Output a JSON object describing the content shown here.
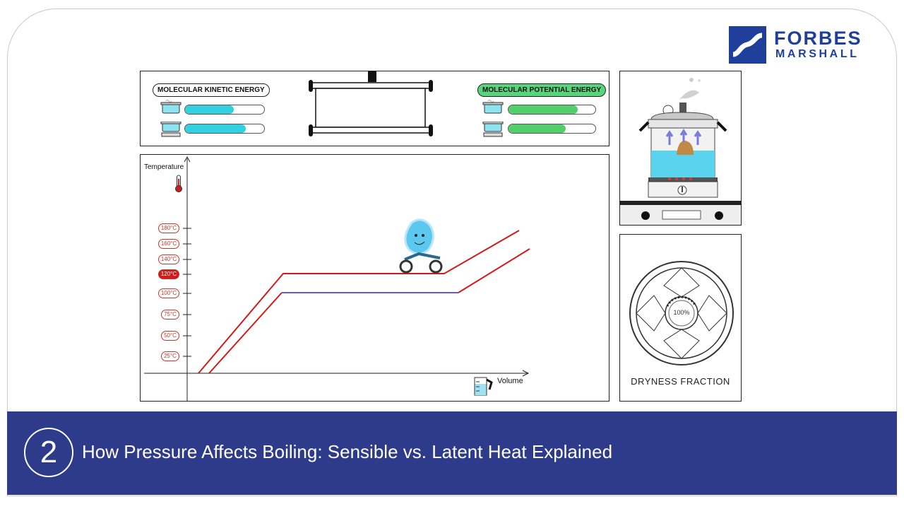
{
  "brand": {
    "name_line1": "FORBES",
    "name_line2": "MARSHALL",
    "color": "#1f3f9b"
  },
  "energy_panel": {
    "kinetic_label": "MOLECULAR KINETIC ENERGY",
    "potential_label": "MOLECULAR POTENTIAL ENERGY",
    "kinetic_levels": [
      0.62,
      0.77
    ],
    "potential_levels": [
      0.8,
      0.66
    ],
    "kinetic_color": "#33d1e0",
    "potential_color": "#52cf6b",
    "icons": [
      "steam-pot-icon",
      "heated-pot-icon"
    ]
  },
  "graph": {
    "y_title": "Temperature",
    "x_title": "Volume",
    "temperature_labels": [
      "180°C",
      "160°C",
      "140°C",
      "120°C",
      "100°C",
      "75°C",
      "50°C",
      "25°C"
    ],
    "highlighted_label": "120°C",
    "line_color": "#d01b1b",
    "plateau_color": "#6a5acd",
    "icons": [
      "thermometer-icon",
      "measuring-jug-icon",
      "water-droplet-rider-icon"
    ]
  },
  "cooker_panel": {
    "icons": [
      "pressure-cooker-icon",
      "gas-stove-icon"
    ]
  },
  "dryness_panel": {
    "label": "DRYNESS FRACTION",
    "value": "100%"
  },
  "footer": {
    "step": "2",
    "title": "How Pressure Affects Boiling: Sensible vs. Latent Heat Explained",
    "color": "#2e3b8b"
  }
}
